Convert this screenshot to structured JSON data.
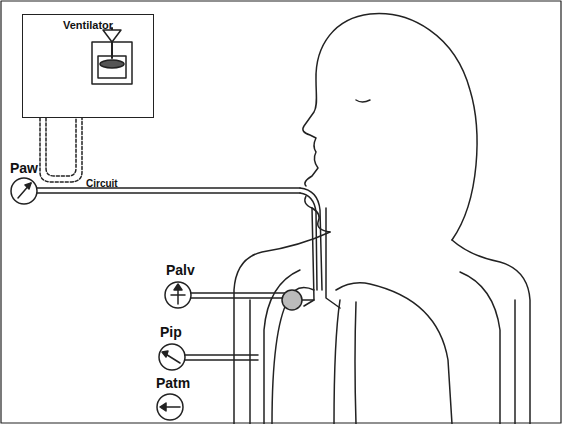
{
  "diagram": {
    "nodes": [
      {
        "text": [
          "Ventilator"
        ]
      }
    ],
    "labels": [
      "Paw",
      "Circuit",
      "Palv",
      "Pip",
      "Patm"
    ]
  }
}
